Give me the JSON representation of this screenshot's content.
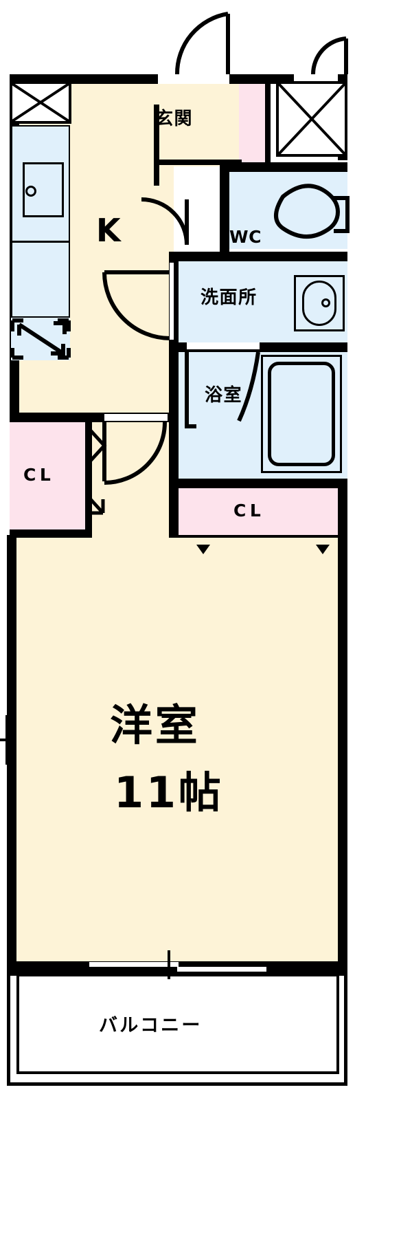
{
  "plan": {
    "kind": "japanese-apartment-floor-plan",
    "colors": {
      "wall": "#000000",
      "living_fill": "#fdf3d7",
      "wet_room_fill": "#e0f0fb",
      "closet_fill": "#fde3ec",
      "background": "#ffffff"
    },
    "rooms": {
      "entrance": {
        "label": "玄関"
      },
      "kitchen": {
        "label": "K"
      },
      "toilet": {
        "label": "WC"
      },
      "washroom": {
        "label": "洗面所"
      },
      "bathroom": {
        "label": "浴室"
      },
      "closet_left": {
        "label": "CL"
      },
      "closet_right": {
        "label": "CL"
      },
      "main_room": {
        "label": "洋室",
        "size": "11帖"
      },
      "balcony": {
        "label": "バルコニー"
      }
    },
    "fixtures": {
      "sink": "kitchen-sink-icon",
      "stove": "stove-burner-icon",
      "toilet_bowl": "toilet-icon",
      "wash_basin": "wash-basin-icon",
      "bathtub": "bathtub-icon",
      "entry_door": "swing-door-icon",
      "balcony_door": "sliding-door-icon"
    }
  }
}
